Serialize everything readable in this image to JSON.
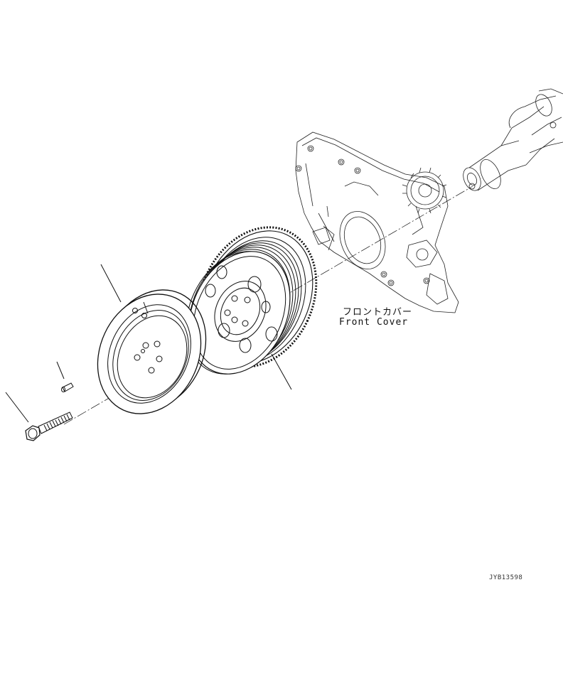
{
  "diagram": {
    "front_cover_label_jp": "フロントカバー",
    "front_cover_label_en": "Front Cover",
    "drawing_id": "JYB13598"
  },
  "colors": {
    "line": "#111111",
    "background": "#ffffff"
  }
}
